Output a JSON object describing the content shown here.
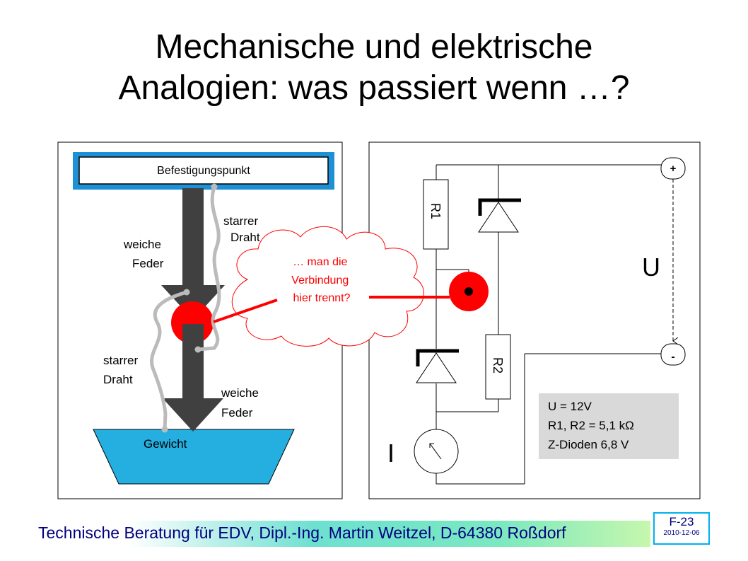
{
  "slide": {
    "title_line1": "Mechanische und elektrische",
    "title_line2": "Analogien: was passiert wenn …?",
    "footer": "Technische Beratung für EDV, Dipl.-Ing. Martin Weitzel, D-64380 Roßdorf",
    "slide_code": "F-23",
    "slide_date": "2010-12-06"
  },
  "mechanical": {
    "anchor_label": "Befestigungspunkt",
    "rigid_wire_top_line1": "starrer",
    "rigid_wire_top_line2": "Draht",
    "soft_spring_top_line1": "weiche",
    "soft_spring_top_line2": "Feder",
    "rigid_wire_bottom_line1": "starrer",
    "rigid_wire_bottom_line2": "Draht",
    "soft_spring_bottom_line1": "weiche",
    "soft_spring_bottom_line2": "Feder",
    "weight_label": "Gewicht"
  },
  "callout": {
    "line1": "… man die",
    "line2": "Verbindung",
    "line3": "hier trennt?"
  },
  "electrical": {
    "resistor1": "R1",
    "resistor2": "R2",
    "terminal_plus": "+",
    "terminal_minus": "-",
    "voltage_label": "U",
    "current_label": "I",
    "spec_line1": "U = 12V",
    "spec_line2": "R1, R2 = 5,1 kΩ",
    "spec_line3": "Z-Dioden 6,8 V"
  },
  "colors": {
    "red": "#ff0000",
    "arrow_gray": "#404040",
    "weight_blue": "#25aee0",
    "anchor_blue": "#1e90d6",
    "wire_gray": "#bbbbbb",
    "spec_box": "#d9d9d9",
    "footer_text": "#000080"
  }
}
